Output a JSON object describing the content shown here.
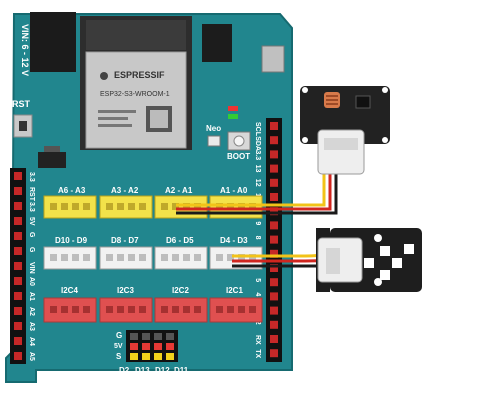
{
  "board": {
    "power_label": "VIN: 6 - 12 V",
    "reset_label": "RST",
    "module": {
      "brand": "ESPRESSIF",
      "model": "ESP32-S3-WROOM-1"
    },
    "buttons": {
      "neo": "Neo",
      "boot": "BOOT"
    },
    "left_pins": [
      "3.3",
      "RST",
      "3.3",
      "5V",
      "G",
      "G",
      "VIN",
      "A0",
      "A1",
      "A2",
      "A3",
      "A4",
      "A5"
    ],
    "right_pins": [
      "SCL",
      "SDA",
      "3.3",
      "13",
      "12",
      "11",
      "10",
      "9",
      "8",
      "7",
      "6",
      "5",
      "4",
      "3",
      "2",
      "RX",
      "TX"
    ],
    "analog_headers": [
      "A6 - A3",
      "A3 - A2",
      "A2 - A1",
      "A1 - A0"
    ],
    "digital_headers": [
      "D10 - D9",
      "D8 - D7",
      "D6 - D5",
      "D4 - D3"
    ],
    "i2c_headers": [
      "I2C4",
      "I2C3",
      "I2C2",
      "I2C1"
    ],
    "bottom_header": {
      "side_labels": [
        "G",
        "5V",
        "S"
      ],
      "pins": [
        "D2",
        "D13",
        "D12",
        "D11"
      ]
    }
  },
  "colors": {
    "board": "#21868e",
    "board_edge": "#166a70",
    "wire_red": "#d0261f",
    "wire_yellow": "#f2c318",
    "wire_black": "#1a1a1a",
    "module_bg": "#222222"
  },
  "modules": [
    {
      "name": "light-sensor-module",
      "icon": "photoresistor-icon"
    },
    {
      "name": "ir-led-module",
      "icon": "led-array-icon"
    }
  ]
}
